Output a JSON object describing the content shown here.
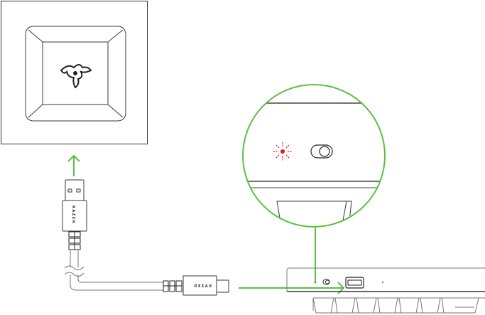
{
  "diagram": {
    "cable_brand_text": "RAZER",
    "accent_color": "#5cbf3f",
    "led_color": "#e0161b",
    "icons": [
      "razer-logo",
      "usb-a-plug",
      "usb-c-plug",
      "toggle-switch",
      "status-led",
      "usb-port"
    ]
  }
}
